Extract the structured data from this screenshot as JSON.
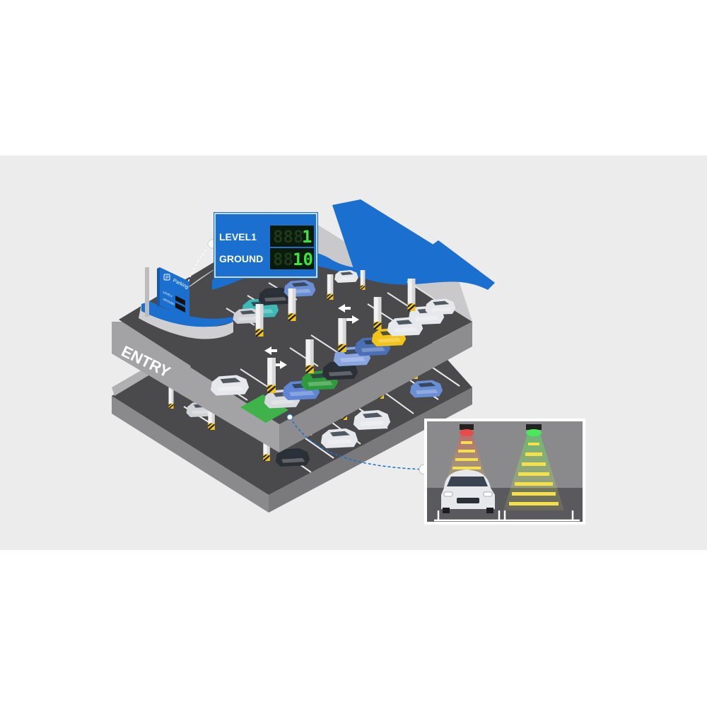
{
  "sign": {
    "rows": [
      {
        "label": "LEVEL1",
        "count": "1",
        "dim": "888"
      },
      {
        "label": "GROUND",
        "count": "10",
        "dim": "88"
      }
    ]
  },
  "entry_label": "ENTRY",
  "small_sign": {
    "brand": "Parking",
    "p_letter": "P",
    "level_label": "LEVEL1",
    "ground_label": "GROUND"
  },
  "sensor_inset": {
    "occupied_indicator": "red",
    "vacant_indicator": "green"
  },
  "colors": {
    "background": "#ececec",
    "brand_blue": "#1a6fcf",
    "asphalt": "#4a4a4d",
    "concrete": "#9b9b9d",
    "vacant_spot": "#3fb24a",
    "sensor_beam": "#f5e04a"
  }
}
